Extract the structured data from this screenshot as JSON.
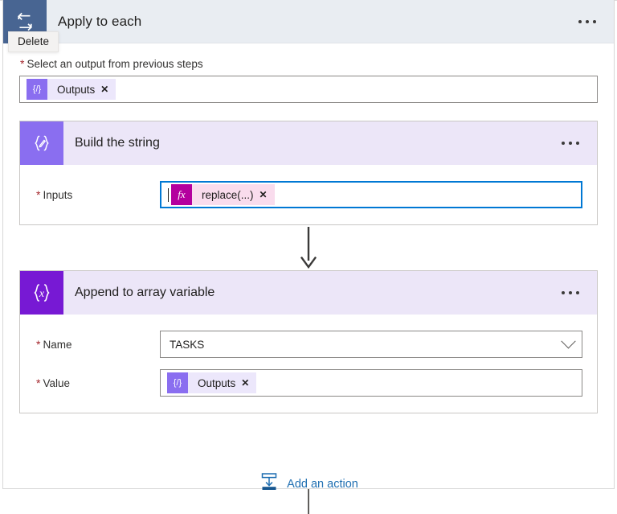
{
  "scope": {
    "title": "Apply to each",
    "icon": "loop-icon",
    "menu_label": "…",
    "tooltip": "Delete",
    "input_label": "Select an output from previous steps",
    "required_marker": "*",
    "selected_token": {
      "badge": "{/}",
      "text": "Outputs",
      "remove": "✕"
    }
  },
  "cards": [
    {
      "id": "compose",
      "title": "Build the string",
      "icon": "compose-braces-icon",
      "icon_glyph": "{∕}",
      "icon_color": "#8a6ef0",
      "menu_label": "…",
      "fields": [
        {
          "label": "Inputs",
          "required": true,
          "type": "token-input",
          "focused": true,
          "token": {
            "kind": "expression",
            "badge": "fx",
            "text": "replace(...)",
            "remove": "✕"
          }
        }
      ]
    },
    {
      "id": "append-array",
      "title": "Append to array variable",
      "icon": "variable-braces-x-icon",
      "icon_glyph": "{x}",
      "icon_color": "#7719d4",
      "menu_label": "…",
      "fields": [
        {
          "label": "Name",
          "required": true,
          "type": "dropdown",
          "value": "TASKS"
        },
        {
          "label": "Value",
          "required": true,
          "type": "token-input",
          "focused": false,
          "token": {
            "kind": "dynamic",
            "badge": "{/}",
            "text": "Outputs",
            "remove": "✕"
          }
        }
      ]
    }
  ],
  "add_action": {
    "label": "Add an action",
    "icon": "insert-action-icon",
    "color": "#1f6fb2"
  },
  "colors": {
    "scope_header_bg": "#e9edf2",
    "scope_icon_bg": "#486592",
    "card_header_bg": "#ece6f8",
    "token_bg": "#ece7fb",
    "token_badge": "#8a6ef0",
    "expression_bg": "#f9dced",
    "expression_badge": "#b4009e",
    "focus_border": "#0078d4",
    "required": "#a4262c",
    "link": "#1f6fb2"
  }
}
